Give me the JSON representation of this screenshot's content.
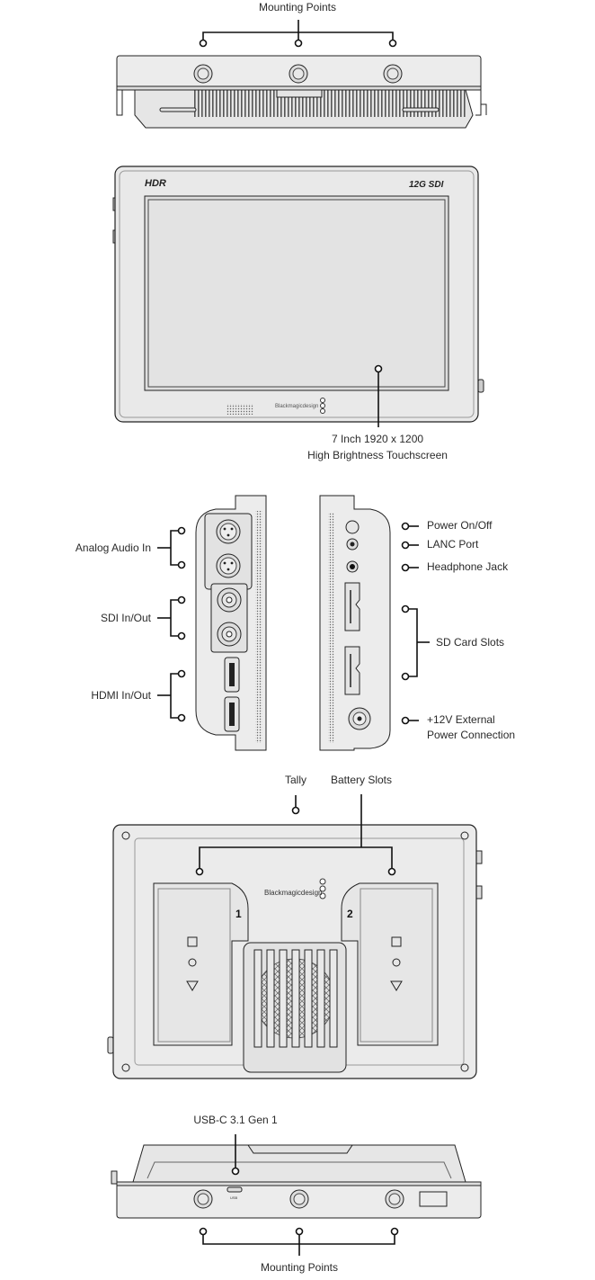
{
  "labels": {
    "mounting_points_top": "Mounting Points",
    "touchscreen_line1": "7 Inch 1920 x 1200",
    "touchscreen_line2": "High Brightness Touchscreen",
    "analog_audio_in": "Analog Audio In",
    "sdi_in_out": "SDI In/Out",
    "hdmi_in_out": "HDMI In/Out",
    "power_on_off": "Power On/Off",
    "lanc_port": "LANC Port",
    "headphone_jack": "Headphone Jack",
    "sd_card_slots": "SD Card Slots",
    "ext_power_line1": "+12V External",
    "ext_power_line2": "Power Connection",
    "tally": "Tally",
    "battery_slots": "Battery Slots",
    "usb_c": "USB-C 3.1 Gen 1",
    "mounting_points_bottom": "Mounting Points"
  },
  "device_markings": {
    "hdr_logo": "HDR",
    "sdi_logo": "12G SDI",
    "brand_front": "Blackmagicdesign",
    "brand_back": "Blackmagicdesign",
    "battery_1": "1",
    "battery_2": "2",
    "usb_marking": "USB"
  }
}
